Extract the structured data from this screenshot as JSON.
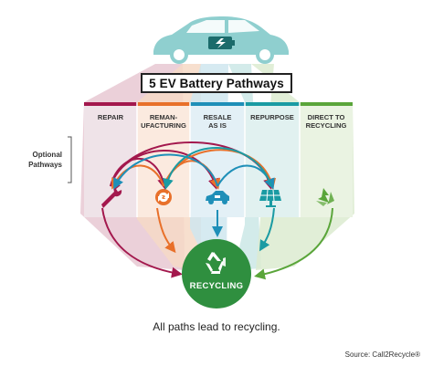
{
  "title": "5 EV Battery Pathways",
  "optional_label": "Optional\nPathways",
  "pathways": [
    {
      "label": "REPAIR",
      "icon": "wrench-icon",
      "color": "#a3184d"
    },
    {
      "label": "REMAN-\nUFACTURING",
      "icon": "remanufacturing-icon",
      "color": "#e8702a"
    },
    {
      "label": "RESALE\nAS IS",
      "icon": "car-icon",
      "color": "#1e8fb8"
    },
    {
      "label": "REPURPOSE",
      "icon": "solar-panel-icon",
      "color": "#1a9ba3"
    },
    {
      "label": "DIRECT TO\nRECYCLING",
      "icon": "recycle-leaf-icon",
      "color": "#5aa53a"
    }
  ],
  "recycling_label": "RECYCLING",
  "caption": "All paths lead to recycling.",
  "source": "Source: Call2Recycle®",
  "colors": {
    "recycling_green": "#2f8f3f",
    "car_teal": "#8fcfcf"
  }
}
